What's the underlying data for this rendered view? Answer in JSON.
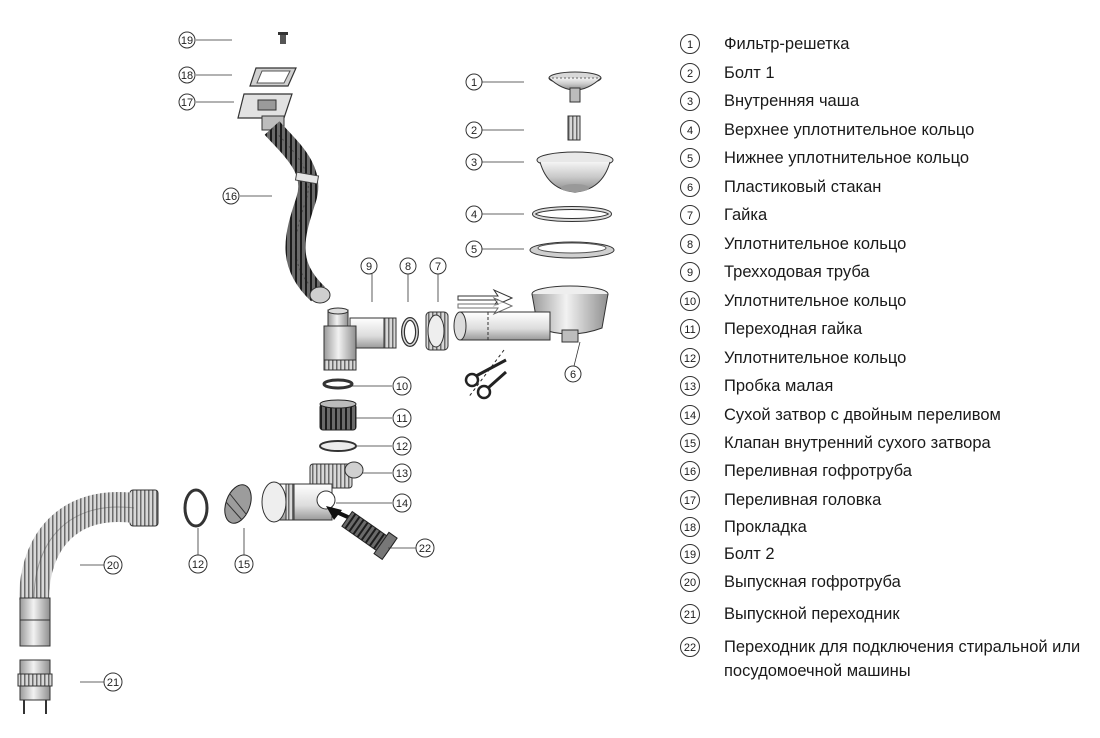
{
  "callouts": [
    "1",
    "2",
    "3",
    "4",
    "5",
    "6",
    "7",
    "8",
    "9",
    "10",
    "11",
    "12",
    "13",
    "14",
    "15",
    "16",
    "17",
    "18",
    "19",
    "20",
    "21",
    "22"
  ],
  "legend": [
    {
      "num": "1",
      "text": "Фильтр-решетка"
    },
    {
      "num": "2",
      "text": "Болт 1"
    },
    {
      "num": "3",
      "text": "Внутренняя чаша"
    },
    {
      "num": "4",
      "text": "Верхнее уплотнительное кольцо"
    },
    {
      "num": "5",
      "text": "Нижнее уплотнительное кольцо"
    },
    {
      "num": "6",
      "text": "Пластиковый стакан"
    },
    {
      "num": "7",
      "text": "Гайка"
    },
    {
      "num": "8",
      "text": "Уплотнительное кольцо"
    },
    {
      "num": "9",
      "text": "Трехходовая труба"
    },
    {
      "num": "10",
      "text": "Уплотнительное кольцо"
    },
    {
      "num": "11",
      "text": "Переходная гайка"
    },
    {
      "num": "12",
      "text": "Уплотнительное кольцо"
    },
    {
      "num": "13",
      "text": "Пробка малая"
    },
    {
      "num": "14",
      "text": "Сухой затвор с двойным переливом"
    },
    {
      "num": "15",
      "text": "Клапан внутренний сухого затвора"
    },
    {
      "num": "16",
      "text": "Переливная гофротруба"
    },
    {
      "num": "17",
      "text": "Переливная головка"
    },
    {
      "num": "18",
      "text": "Прокладка"
    },
    {
      "num": "19",
      "text": "Болт 2"
    },
    {
      "num": "20",
      "text": "Выпускная гофротруба"
    },
    {
      "num": "21",
      "text": "Выпускной переходник"
    },
    {
      "num": "22",
      "text": "Переходник для подключения стиральной или посудомоечной машины"
    }
  ]
}
